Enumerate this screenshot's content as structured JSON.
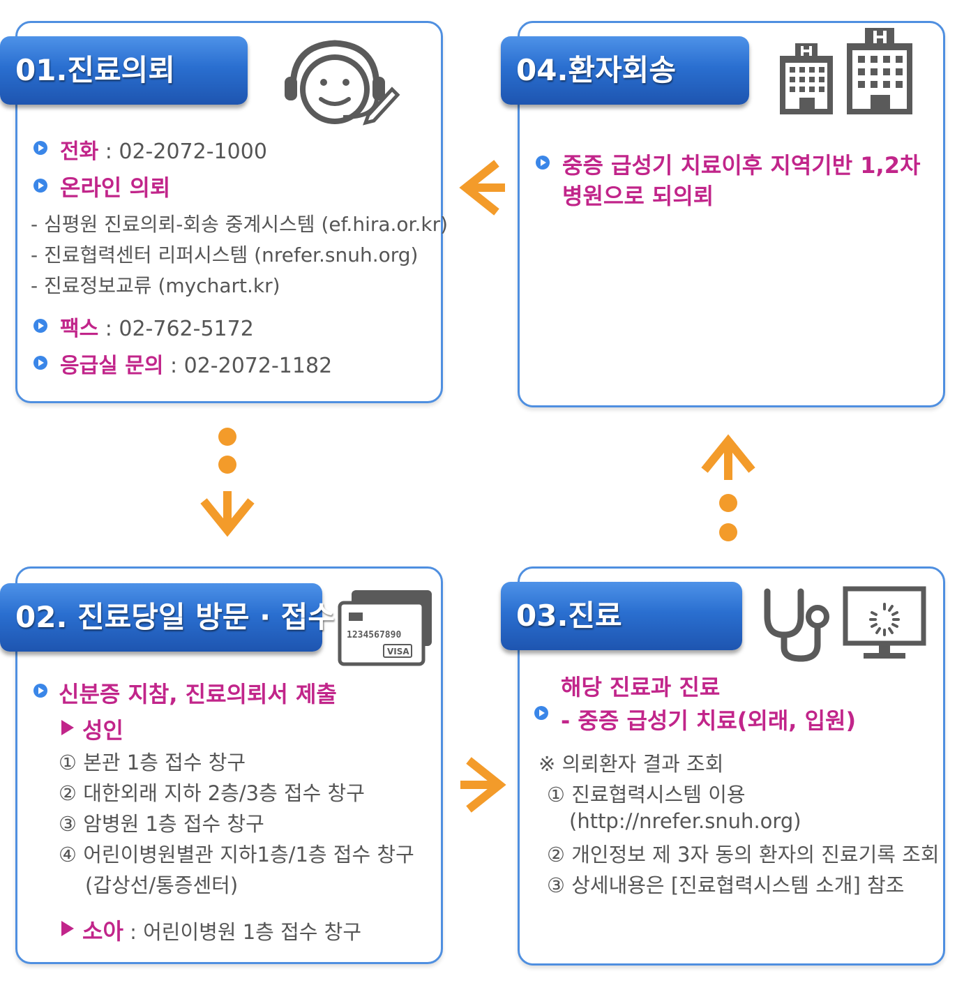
{
  "step1": {
    "title": "01.진료의뢰",
    "phone_label": "전화",
    "phone_value": " : 02-2072-1000",
    "online_label": "온라인 의뢰",
    "online_items": [
      "- 심평원 진료의뢰-회송 중계시스템 (ef.hira.or.kr)",
      "- 진료협력센터 리퍼시스템 (nrefer.snuh.org)",
      "- 진료정보교류 (mychart.kr)"
    ],
    "fax_label": "팩스",
    "fax_value": " : 02-762-5172",
    "er_label": "응급실 문의",
    "er_value": " : 02-2072-1182"
  },
  "step2": {
    "title": "02. 진료당일 방문 · 접수",
    "main_label": "신분증 지참, 진료의뢰서 제출",
    "adult_label": "성인",
    "adult_items": [
      "① 본관 1층 접수 창구",
      "② 대한외래 지하 2층/3층 접수 창구",
      "③ 암병원 1층 접수 창구",
      "④ 어린이병원별관 지하1층/1층 접수 창구",
      "(갑상선/통증센터)"
    ],
    "child_label": "소아",
    "child_value": " : 어린이병원 1층 접수 창구",
    "card_number": "1234567890",
    "card_brand": "VISA"
  },
  "step3": {
    "title": "03.진료",
    "line1": "해당 진료과 진료",
    "line2": "- 중증 급성기 치료(외래, 입원)",
    "note_title": "※ 의뢰환자 결과 조회",
    "note_items": [
      "① 진료협력시스템 이용",
      "(http://nrefer.snuh.org)",
      "② 개인정보 제 3자 동의 환자의 진료기록 조회",
      "③ 상세내용은 [진료협력시스템 소개] 참조"
    ]
  },
  "step4": {
    "title": "04.환자회송",
    "line1": "중증 급성기 치료이후 지역기반 1,2차",
    "line2": "병원으로 되의뢰"
  },
  "colors": {
    "accent_blue": "#2a6fd0",
    "border_blue": "#4f8fe0",
    "label_pink": "#c1258a",
    "arrow_orange": "#f39b2a",
    "icon_gray": "#5a5a5a"
  }
}
